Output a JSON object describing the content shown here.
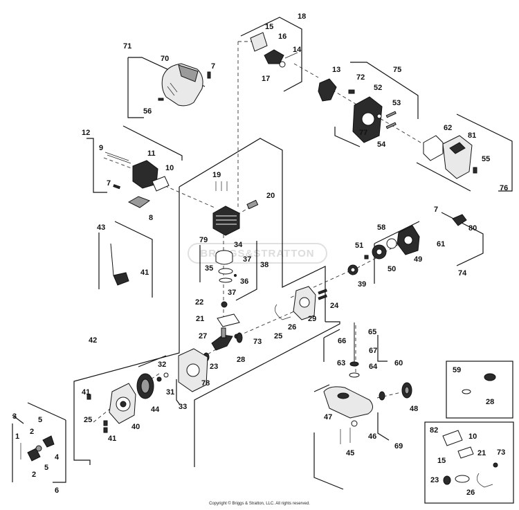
{
  "watermark": "BRIGGS&STRATTON",
  "copyright": "Copyright © Briggs & Stratton, LLC. All rights reserved.",
  "labels": {
    "n1": "1",
    "n2a": "2",
    "n2b": "2",
    "n3": "3",
    "n4": "4",
    "n5a": "5",
    "n5b": "5",
    "n6": "6",
    "n7a": "7",
    "n7b": "7",
    "n7c": "7",
    "n8": "8",
    "n9": "9",
    "n10": "10",
    "n11": "11",
    "n12": "12",
    "n13": "13",
    "n14": "14",
    "n15": "15",
    "n16": "16",
    "n17": "17",
    "n18": "18",
    "n19": "19",
    "n20": "20",
    "n21": "21",
    "n22": "22",
    "n23": "23",
    "n24": "24",
    "n25a": "25",
    "n25b": "25",
    "n26": "26",
    "n27": "27",
    "n28": "28",
    "n29": "29",
    "n31": "31",
    "n32": "32",
    "n33": "33",
    "n34": "34",
    "n35": "35",
    "n36": "36",
    "n37a": "37",
    "n37b": "37",
    "n38": "38",
    "n39": "39",
    "n40": "40",
    "n41a": "41",
    "n41b": "41",
    "n41c": "41",
    "n42": "42",
    "n43": "43",
    "n44": "44",
    "n45": "45",
    "n46": "46",
    "n47": "47",
    "n48": "48",
    "n49": "49",
    "n50": "50",
    "n51": "51",
    "n52": "52",
    "n53": "53",
    "n54": "54",
    "n55": "55",
    "n56": "56",
    "n58": "58",
    "n59": "59",
    "n60": "60",
    "n61": "61",
    "n62": "62",
    "n63": "63",
    "n64": "64",
    "n65": "65",
    "n66": "66",
    "n67": "67",
    "n69": "69",
    "n70": "70",
    "n71": "71",
    "n72": "72",
    "n73": "73",
    "n74": "74",
    "n75": "75",
    "n76": "76",
    "n77": "77",
    "n78": "78",
    "n79": "79",
    "n80": "80",
    "n81": "81",
    "n82": "82"
  },
  "inset59": {
    "id": "59",
    "items": [
      "28"
    ]
  },
  "inset82": {
    "id": "82",
    "items": [
      "10",
      "15",
      "21",
      "73",
      "23",
      "26"
    ]
  }
}
